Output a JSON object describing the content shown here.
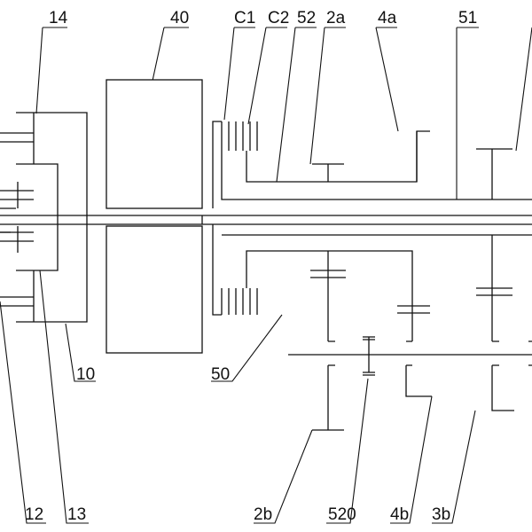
{
  "colors": {
    "line": "#111111",
    "background": "#ffffff"
  },
  "labels": {
    "l14": "14",
    "l40": "40",
    "lC1": "C1",
    "lC2": "C2",
    "l52": "52",
    "l2a": "2a",
    "l4a": "4a",
    "l51": "51",
    "l10": "10",
    "l50": "50",
    "l12": "12",
    "l13": "13",
    "l2b": "2b",
    "l520": "520",
    "l4b": "4b",
    "l3b": "3b"
  }
}
